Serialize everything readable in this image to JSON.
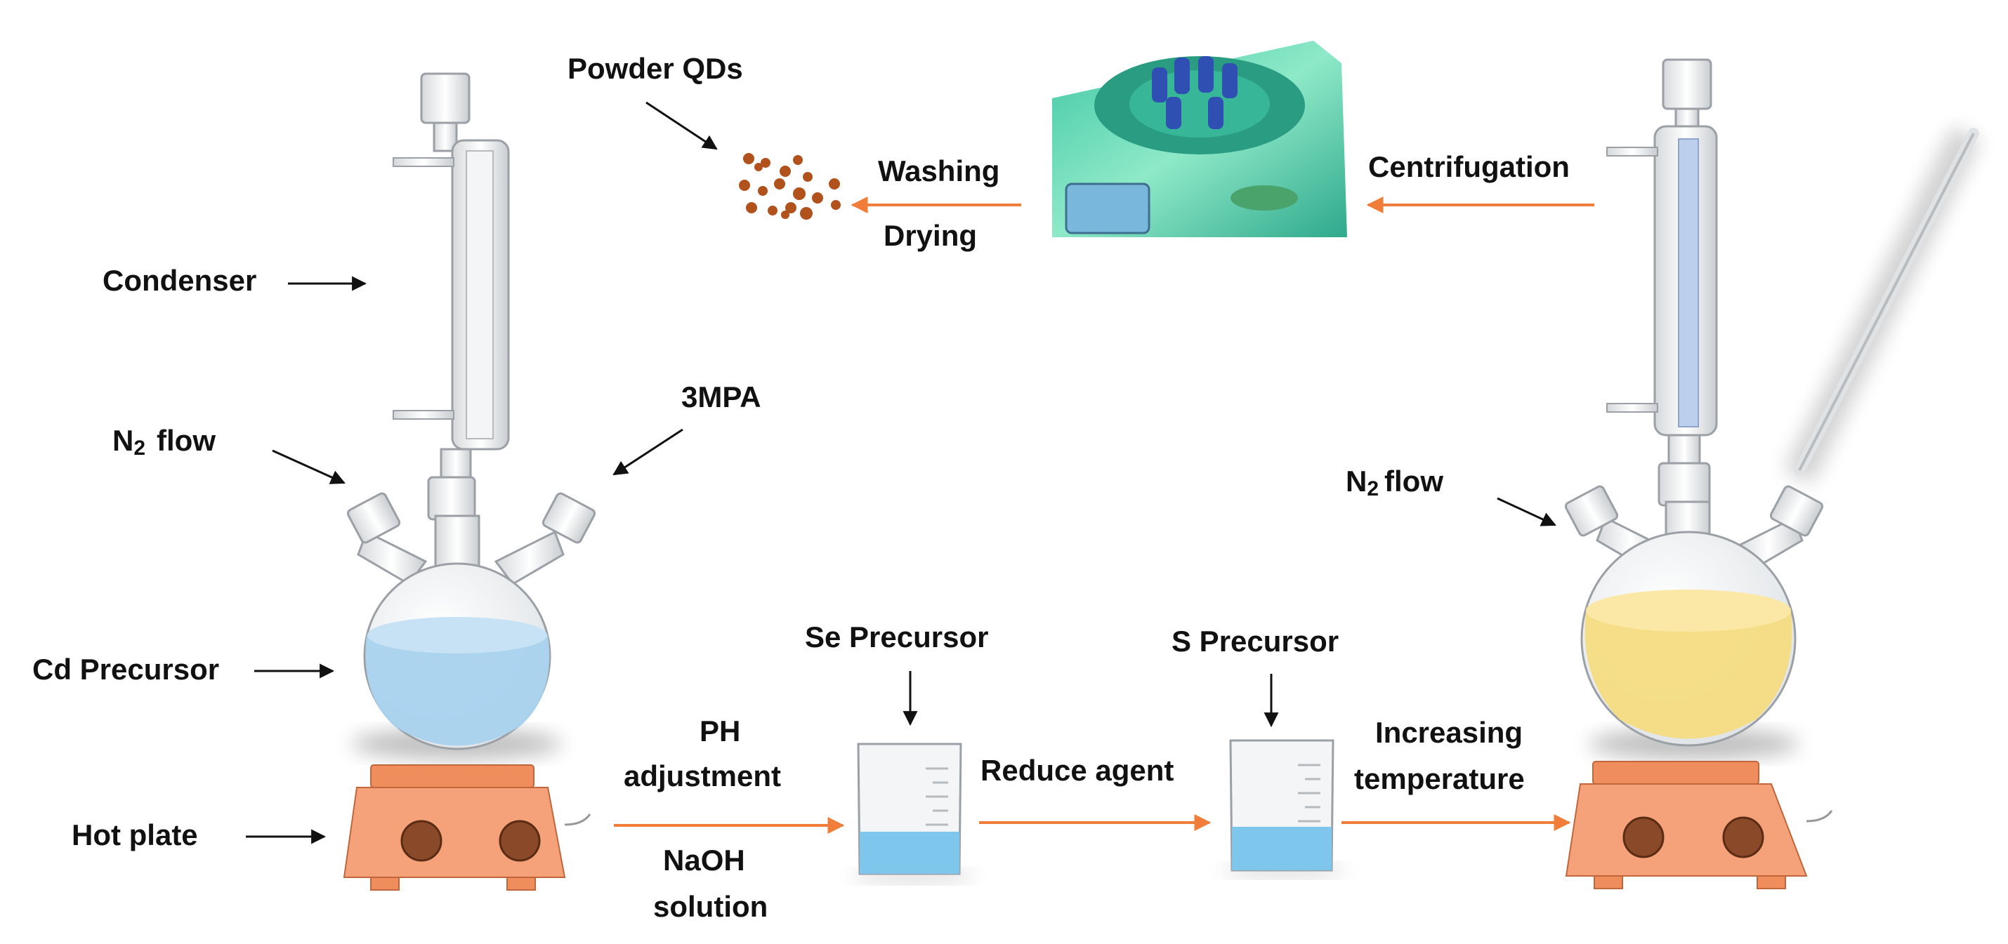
{
  "labels": {
    "powder_qds": "Powder QDs",
    "washing": "Washing",
    "drying": "Drying",
    "centrifugation": "Centrifugation",
    "condenser": "Condenser",
    "n2_flow_left_symbol": "N",
    "n2_flow_left_sub": "2",
    "n2_flow_left_word": "flow",
    "three_mpa": "3MPA",
    "cd_precursor": "Cd Precursor",
    "hot_plate": "Hot plate",
    "ph_line1": "PH",
    "ph_line2": "adjustment",
    "naoh_line1": "NaOH",
    "naoh_line2": "solution",
    "se_precursor": "Se Precursor",
    "reduce_agent": "Reduce agent",
    "s_precursor": "S Precursor",
    "increasing_line1": "Increasing",
    "increasing_line2": "temperature",
    "n2_flow_right_symbol": "N",
    "n2_flow_right_sub": "2",
    "n2_flow_right_word": "flow"
  },
  "colors": {
    "arrow_orange": "#f07d3a",
    "arrow_black": "#111111",
    "cd_solution": "#a9d2ee",
    "final_solution": "#f6dc82",
    "beaker_liquid": "#7fc6ec",
    "hot_plate_body": "#f5a27a",
    "hot_plate_top": "#ef8d5c",
    "knob": "#8a4a2a",
    "powder": "#b1511c",
    "centrifuge_body": "#5fdcb4"
  },
  "icons": {
    "condenser": "condenser-icon",
    "flask_left": "three-neck-flask-icon",
    "flask_right": "three-neck-flask-icon",
    "hot_plate": "hot-plate-icon",
    "beaker": "beaker-icon",
    "centrifuge": "centrifuge-icon",
    "thermometer": "thermometer-icon",
    "powder": "powder-qds-icon"
  }
}
